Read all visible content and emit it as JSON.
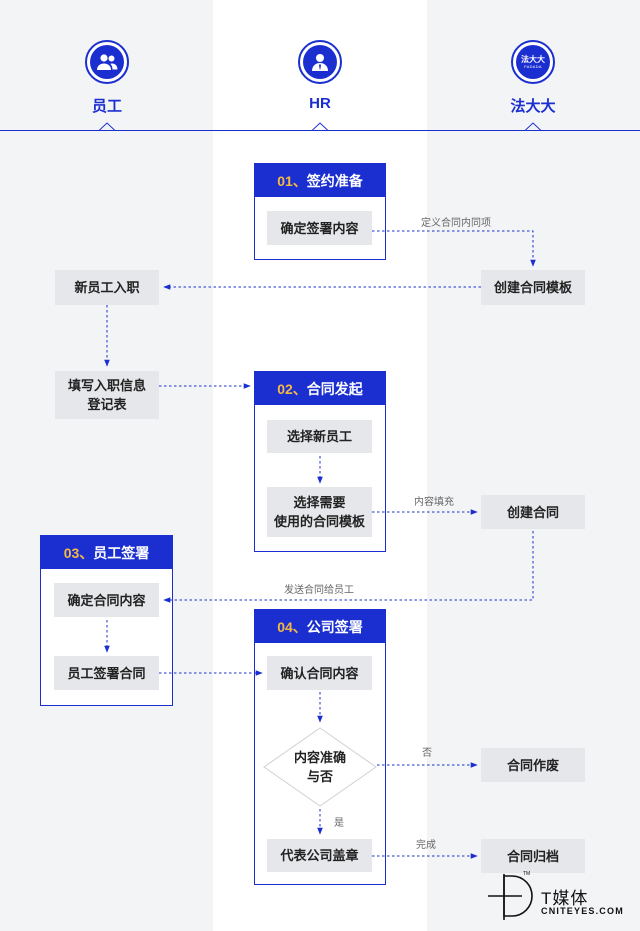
{
  "lanes": {
    "employee": {
      "label": "员工",
      "icon": "users-icon"
    },
    "hr": {
      "label": "HR",
      "icon": "person-icon"
    },
    "fadada": {
      "label": "法大大",
      "icon": "fadada-logo-icon",
      "logo_text": "法大大",
      "logo_sub": "FADADA"
    }
  },
  "groups": {
    "g01": {
      "num": "01、",
      "title": "签约准备"
    },
    "g02": {
      "num": "02、",
      "title": "合同发起"
    },
    "g03": {
      "num": "03、",
      "title": "员工签署"
    },
    "g04": {
      "num": "04、",
      "title": "公司签署"
    }
  },
  "nodes": {
    "confirm_sign_content": "确定签署内容",
    "create_template": "创建合同模板",
    "new_employee_onboard": "新员工入职",
    "fill_info_line1": "填写入职信息",
    "fill_info_line2": "登记表",
    "select_new_employee": "选择新员工",
    "select_template_line1": "选择需要",
    "select_template_line2": "使用的合同模板",
    "create_contract": "创建合同",
    "confirm_contract_content": "确定合同内容",
    "employee_sign": "员工签署合同",
    "confirm_contract_hr": "确认合同内容",
    "decision_line1": "内容准确",
    "decision_line2": "与否",
    "contract_void": "合同作废",
    "company_seal": "代表公司盖章",
    "contract_archive": "合同归档"
  },
  "edge_labels": {
    "define_content": "定义合同内同项",
    "fill_content": "内容填充",
    "send_contract": "发送合同给员工",
    "no": "否",
    "yes": "是",
    "done": "完成"
  },
  "watermark": {
    "name": "T媒体",
    "site": "CNITEYES.COM",
    "tm": "TM"
  },
  "colors": {
    "accent": "#1b2fd0",
    "number": "#f5b942",
    "lane_light": "#f3f4f6",
    "lane_mid": "#ffffff",
    "box": "#e6e7ea"
  }
}
